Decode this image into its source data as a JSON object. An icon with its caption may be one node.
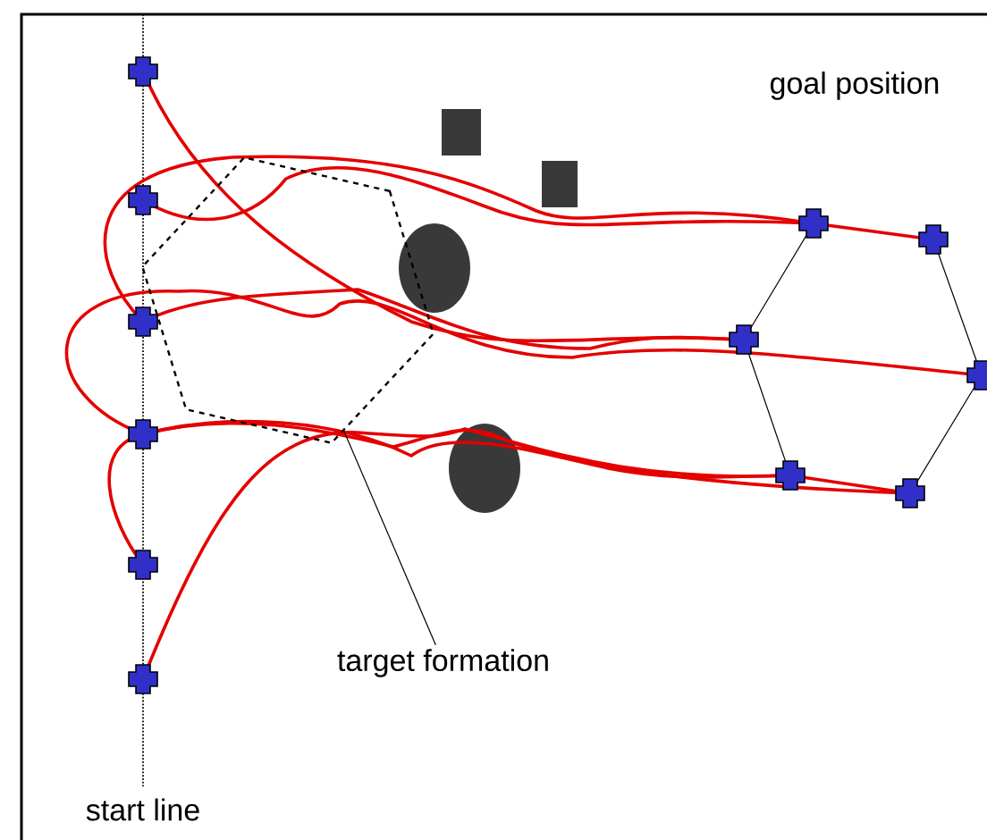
{
  "diagram": {
    "nodes": [
      {
        "text": [],
        "shape": "hexagon"
      },
      {
        "text": [
          "target formation"
        ]
      }
    ],
    "edges": [
      {
        "from": 1,
        "to": 0,
        "arrow": "none"
      }
    ],
    "labels": [
      "goal position",
      "start line"
    ]
  }
}
